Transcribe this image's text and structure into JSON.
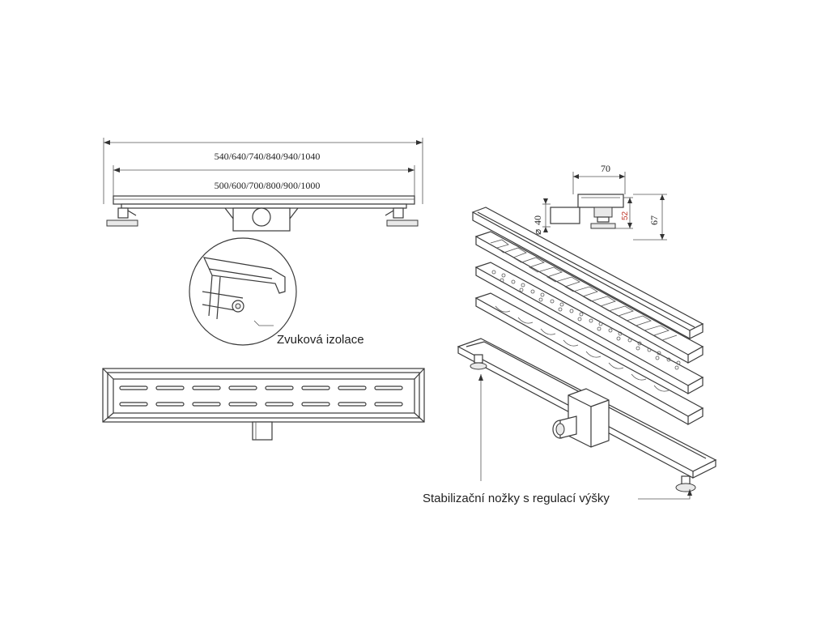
{
  "dimensions": {
    "overall_length": "540/640/740/840/940/1040",
    "grate_length": "500/600/700/800/900/1000",
    "width": "70",
    "outlet_diameter": "40",
    "height_total": "67",
    "height_inner": "52"
  },
  "labels": {
    "sound_insulation": "Zvuková izolace",
    "stabilizing_feet": "Stabilizační nožky s regulací výšky"
  },
  "colors": {
    "line": "#3a3a3a",
    "accent_dimension": "#c0392b"
  }
}
